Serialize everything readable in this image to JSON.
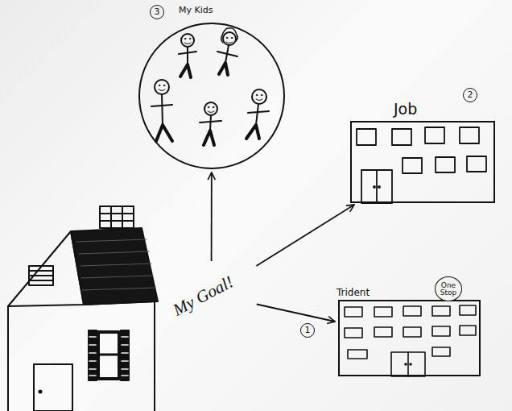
{
  "diagram": {
    "nodes": [
      {
        "text": [
          "My Kids"
        ]
      },
      {
        "text": [
          "Job"
        ]
      },
      {
        "text": [
          "My Goal!"
        ]
      },
      {
        "text": [
          "Trident"
        ]
      },
      {
        "text": [
          "One Stop"
        ],
        "in": 3
      }
    ],
    "edges": [
      {
        "from": 2,
        "to": 0,
        "arrow": "to"
      },
      {
        "from": 2,
        "to": 1,
        "arrow": "to"
      },
      {
        "from": 2,
        "to": 3,
        "arrow": "to"
      }
    ],
    "labels": [
      "3",
      "2",
      "1"
    ]
  }
}
